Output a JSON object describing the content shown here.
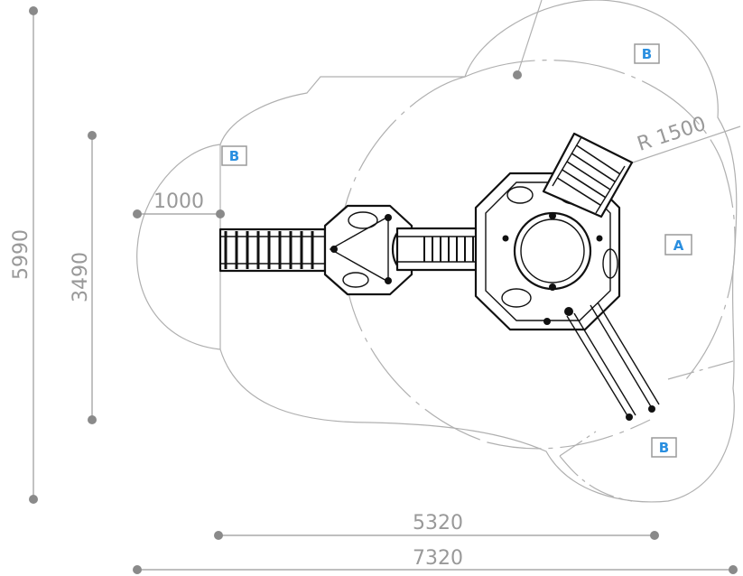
{
  "dimensions": {
    "overall_height": "5990",
    "inner_height": "3490",
    "left_offset": "1000",
    "radius": "R 1500",
    "inner_width": "5320",
    "overall_width": "7320"
  },
  "zones": {
    "a": "A",
    "b_top": "B",
    "b_left": "B",
    "b_bottom": "B"
  },
  "colors": {
    "dimension": "#999999",
    "zone_outline": "#b0b0b0",
    "zone_label": "#2a8fe0",
    "equipment": "#111111"
  }
}
